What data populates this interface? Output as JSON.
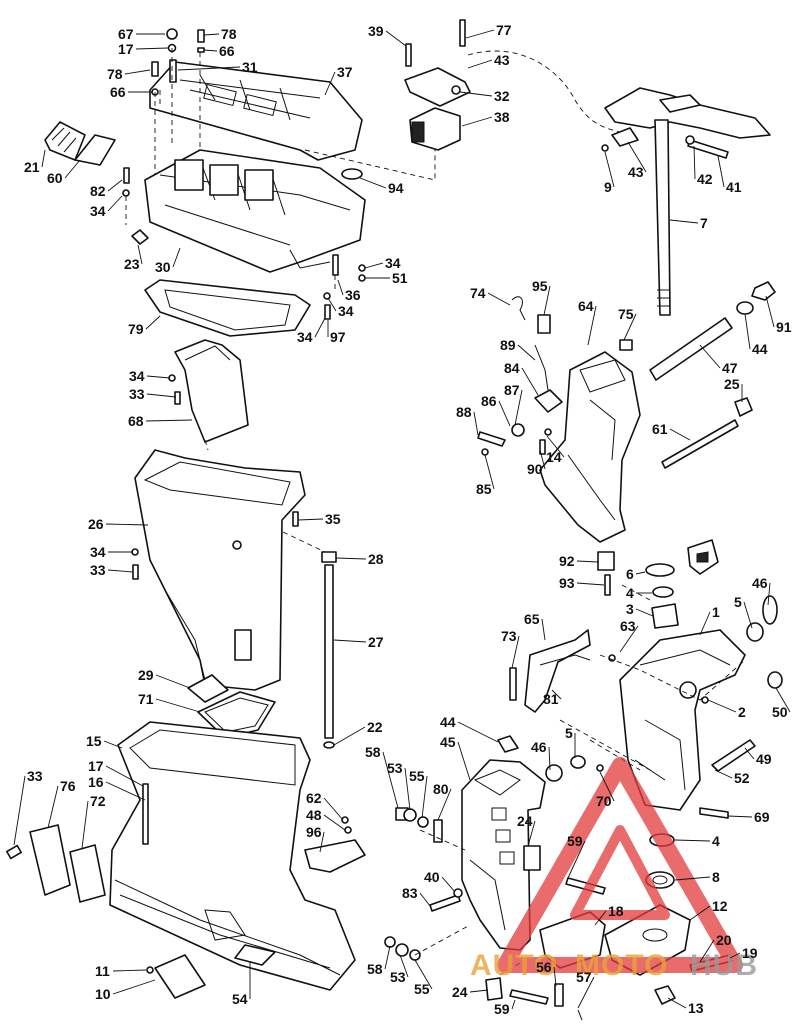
{
  "diagram": {
    "labels": [
      {
        "id": "67",
        "text": "67"
      },
      {
        "id": "78a",
        "text": "78"
      },
      {
        "id": "17a",
        "text": "17"
      },
      {
        "id": "66a",
        "text": "66"
      },
      {
        "id": "78b",
        "text": "78"
      },
      {
        "id": "31",
        "text": "31"
      },
      {
        "id": "66b",
        "text": "66"
      },
      {
        "id": "37",
        "text": "37"
      },
      {
        "id": "21",
        "text": "21"
      },
      {
        "id": "60",
        "text": "60"
      },
      {
        "id": "82",
        "text": "82"
      },
      {
        "id": "34a",
        "text": "34"
      },
      {
        "id": "94",
        "text": "94"
      },
      {
        "id": "23",
        "text": "23"
      },
      {
        "id": "30",
        "text": "30"
      },
      {
        "id": "34b",
        "text": "34"
      },
      {
        "id": "51",
        "text": "51"
      },
      {
        "id": "36",
        "text": "36"
      },
      {
        "id": "34c",
        "text": "34"
      },
      {
        "id": "79",
        "text": "79"
      },
      {
        "id": "34d",
        "text": "34"
      },
      {
        "id": "97",
        "text": "97"
      },
      {
        "id": "39",
        "text": "39"
      },
      {
        "id": "77",
        "text": "77"
      },
      {
        "id": "43a",
        "text": "43"
      },
      {
        "id": "32",
        "text": "32"
      },
      {
        "id": "38",
        "text": "38"
      },
      {
        "id": "9",
        "text": "9"
      },
      {
        "id": "43b",
        "text": "43"
      },
      {
        "id": "42",
        "text": "42"
      },
      {
        "id": "41",
        "text": "41"
      },
      {
        "id": "7",
        "text": "7"
      },
      {
        "id": "74",
        "text": "74"
      },
      {
        "id": "95",
        "text": "95"
      },
      {
        "id": "64",
        "text": "64"
      },
      {
        "id": "75",
        "text": "75"
      },
      {
        "id": "91",
        "text": "91"
      },
      {
        "id": "44a",
        "text": "44"
      },
      {
        "id": "89",
        "text": "89"
      },
      {
        "id": "47",
        "text": "47"
      },
      {
        "id": "84",
        "text": "84"
      },
      {
        "id": "25",
        "text": "25"
      },
      {
        "id": "87",
        "text": "87"
      },
      {
        "id": "88",
        "text": "88"
      },
      {
        "id": "86",
        "text": "86"
      },
      {
        "id": "61",
        "text": "61"
      },
      {
        "id": "14",
        "text": "14"
      },
      {
        "id": "90",
        "text": "90"
      },
      {
        "id": "85",
        "text": "85"
      },
      {
        "id": "34e",
        "text": "34"
      },
      {
        "id": "33a",
        "text": "33"
      },
      {
        "id": "68",
        "text": "68"
      },
      {
        "id": "26",
        "text": "26"
      },
      {
        "id": "35",
        "text": "35"
      },
      {
        "id": "34f",
        "text": "34"
      },
      {
        "id": "28",
        "text": "28"
      },
      {
        "id": "33b",
        "text": "33"
      },
      {
        "id": "92",
        "text": "92"
      },
      {
        "id": "6a",
        "text": "6"
      },
      {
        "id": "46a",
        "text": "46"
      },
      {
        "id": "93",
        "text": "93"
      },
      {
        "id": "4a",
        "text": "4"
      },
      {
        "id": "5a",
        "text": "5"
      },
      {
        "id": "3",
        "text": "3"
      },
      {
        "id": "27",
        "text": "27"
      },
      {
        "id": "65",
        "text": "65"
      },
      {
        "id": "1",
        "text": "1"
      },
      {
        "id": "63",
        "text": "63"
      },
      {
        "id": "73",
        "text": "73"
      },
      {
        "id": "29",
        "text": "29"
      },
      {
        "id": "50",
        "text": "50"
      },
      {
        "id": "81",
        "text": "81"
      },
      {
        "id": "71",
        "text": "71"
      },
      {
        "id": "2",
        "text": "2"
      },
      {
        "id": "22",
        "text": "22"
      },
      {
        "id": "44b",
        "text": "44"
      },
      {
        "id": "15",
        "text": "15"
      },
      {
        "id": "45",
        "text": "45"
      },
      {
        "id": "46b",
        "text": "46"
      },
      {
        "id": "5b",
        "text": "5"
      },
      {
        "id": "49",
        "text": "49"
      },
      {
        "id": "58a",
        "text": "58"
      },
      {
        "id": "53a",
        "text": "53"
      },
      {
        "id": "33c",
        "text": "33"
      },
      {
        "id": "76",
        "text": "76"
      },
      {
        "id": "17b",
        "text": "17"
      },
      {
        "id": "55a",
        "text": "55"
      },
      {
        "id": "52",
        "text": "52"
      },
      {
        "id": "80",
        "text": "80"
      },
      {
        "id": "16",
        "text": "16"
      },
      {
        "id": "72",
        "text": "72"
      },
      {
        "id": "62",
        "text": "62"
      },
      {
        "id": "70",
        "text": "70"
      },
      {
        "id": "48",
        "text": "48"
      },
      {
        "id": "69",
        "text": "69"
      },
      {
        "id": "96",
        "text": "96"
      },
      {
        "id": "24a",
        "text": "24"
      },
      {
        "id": "59a",
        "text": "59"
      },
      {
        "id": "4b",
        "text": "4"
      },
      {
        "id": "8",
        "text": "8"
      },
      {
        "id": "83",
        "text": "83"
      },
      {
        "id": "40",
        "text": "40"
      },
      {
        "id": "18",
        "text": "18"
      },
      {
        "id": "12",
        "text": "12"
      },
      {
        "id": "11",
        "text": "11"
      },
      {
        "id": "20",
        "text": "20"
      },
      {
        "id": "19",
        "text": "19"
      },
      {
        "id": "58b",
        "text": "58"
      },
      {
        "id": "53b",
        "text": "53"
      },
      {
        "id": "56",
        "text": "56"
      },
      {
        "id": "10",
        "text": "10"
      },
      {
        "id": "54",
        "text": "54"
      },
      {
        "id": "24b",
        "text": "24"
      },
      {
        "id": "55b",
        "text": "55"
      },
      {
        "id": "57",
        "text": "57"
      },
      {
        "id": "13",
        "text": "13"
      },
      {
        "id": "59b",
        "text": "59"
      }
    ]
  },
  "watermark": {
    "text_left": "AUTO",
    "text_mid": "MOTO",
    "text_right": "HUB",
    "color_accent": "#e8a33a",
    "color_red": "#e23a3a",
    "color_gray": "#9a9a9a"
  }
}
